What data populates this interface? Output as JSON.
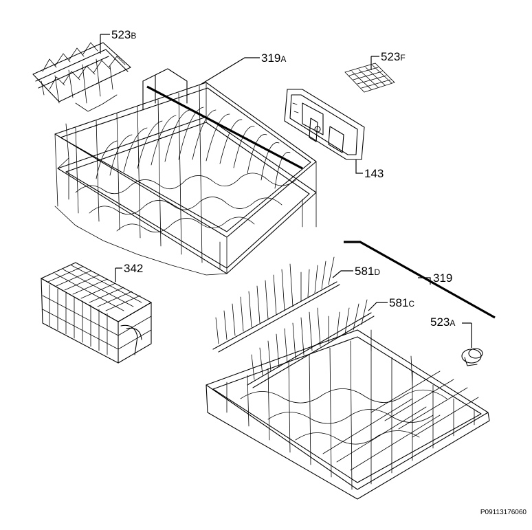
{
  "diagram": {
    "part_labels": [
      {
        "id": "523b",
        "main": "523",
        "suffix": "B"
      },
      {
        "id": "319a",
        "main": "319",
        "suffix": "A"
      },
      {
        "id": "523f",
        "main": "523",
        "suffix": "F"
      },
      {
        "id": "143",
        "main": "143",
        "suffix": ""
      },
      {
        "id": "342",
        "main": "342",
        "suffix": ""
      },
      {
        "id": "581d",
        "main": "581",
        "suffix": "D"
      },
      {
        "id": "319",
        "main": "319",
        "suffix": ""
      },
      {
        "id": "581c",
        "main": "581",
        "suffix": "C"
      },
      {
        "id": "523a",
        "main": "523",
        "suffix": "A"
      }
    ],
    "drawing_code": "P09113176060"
  }
}
